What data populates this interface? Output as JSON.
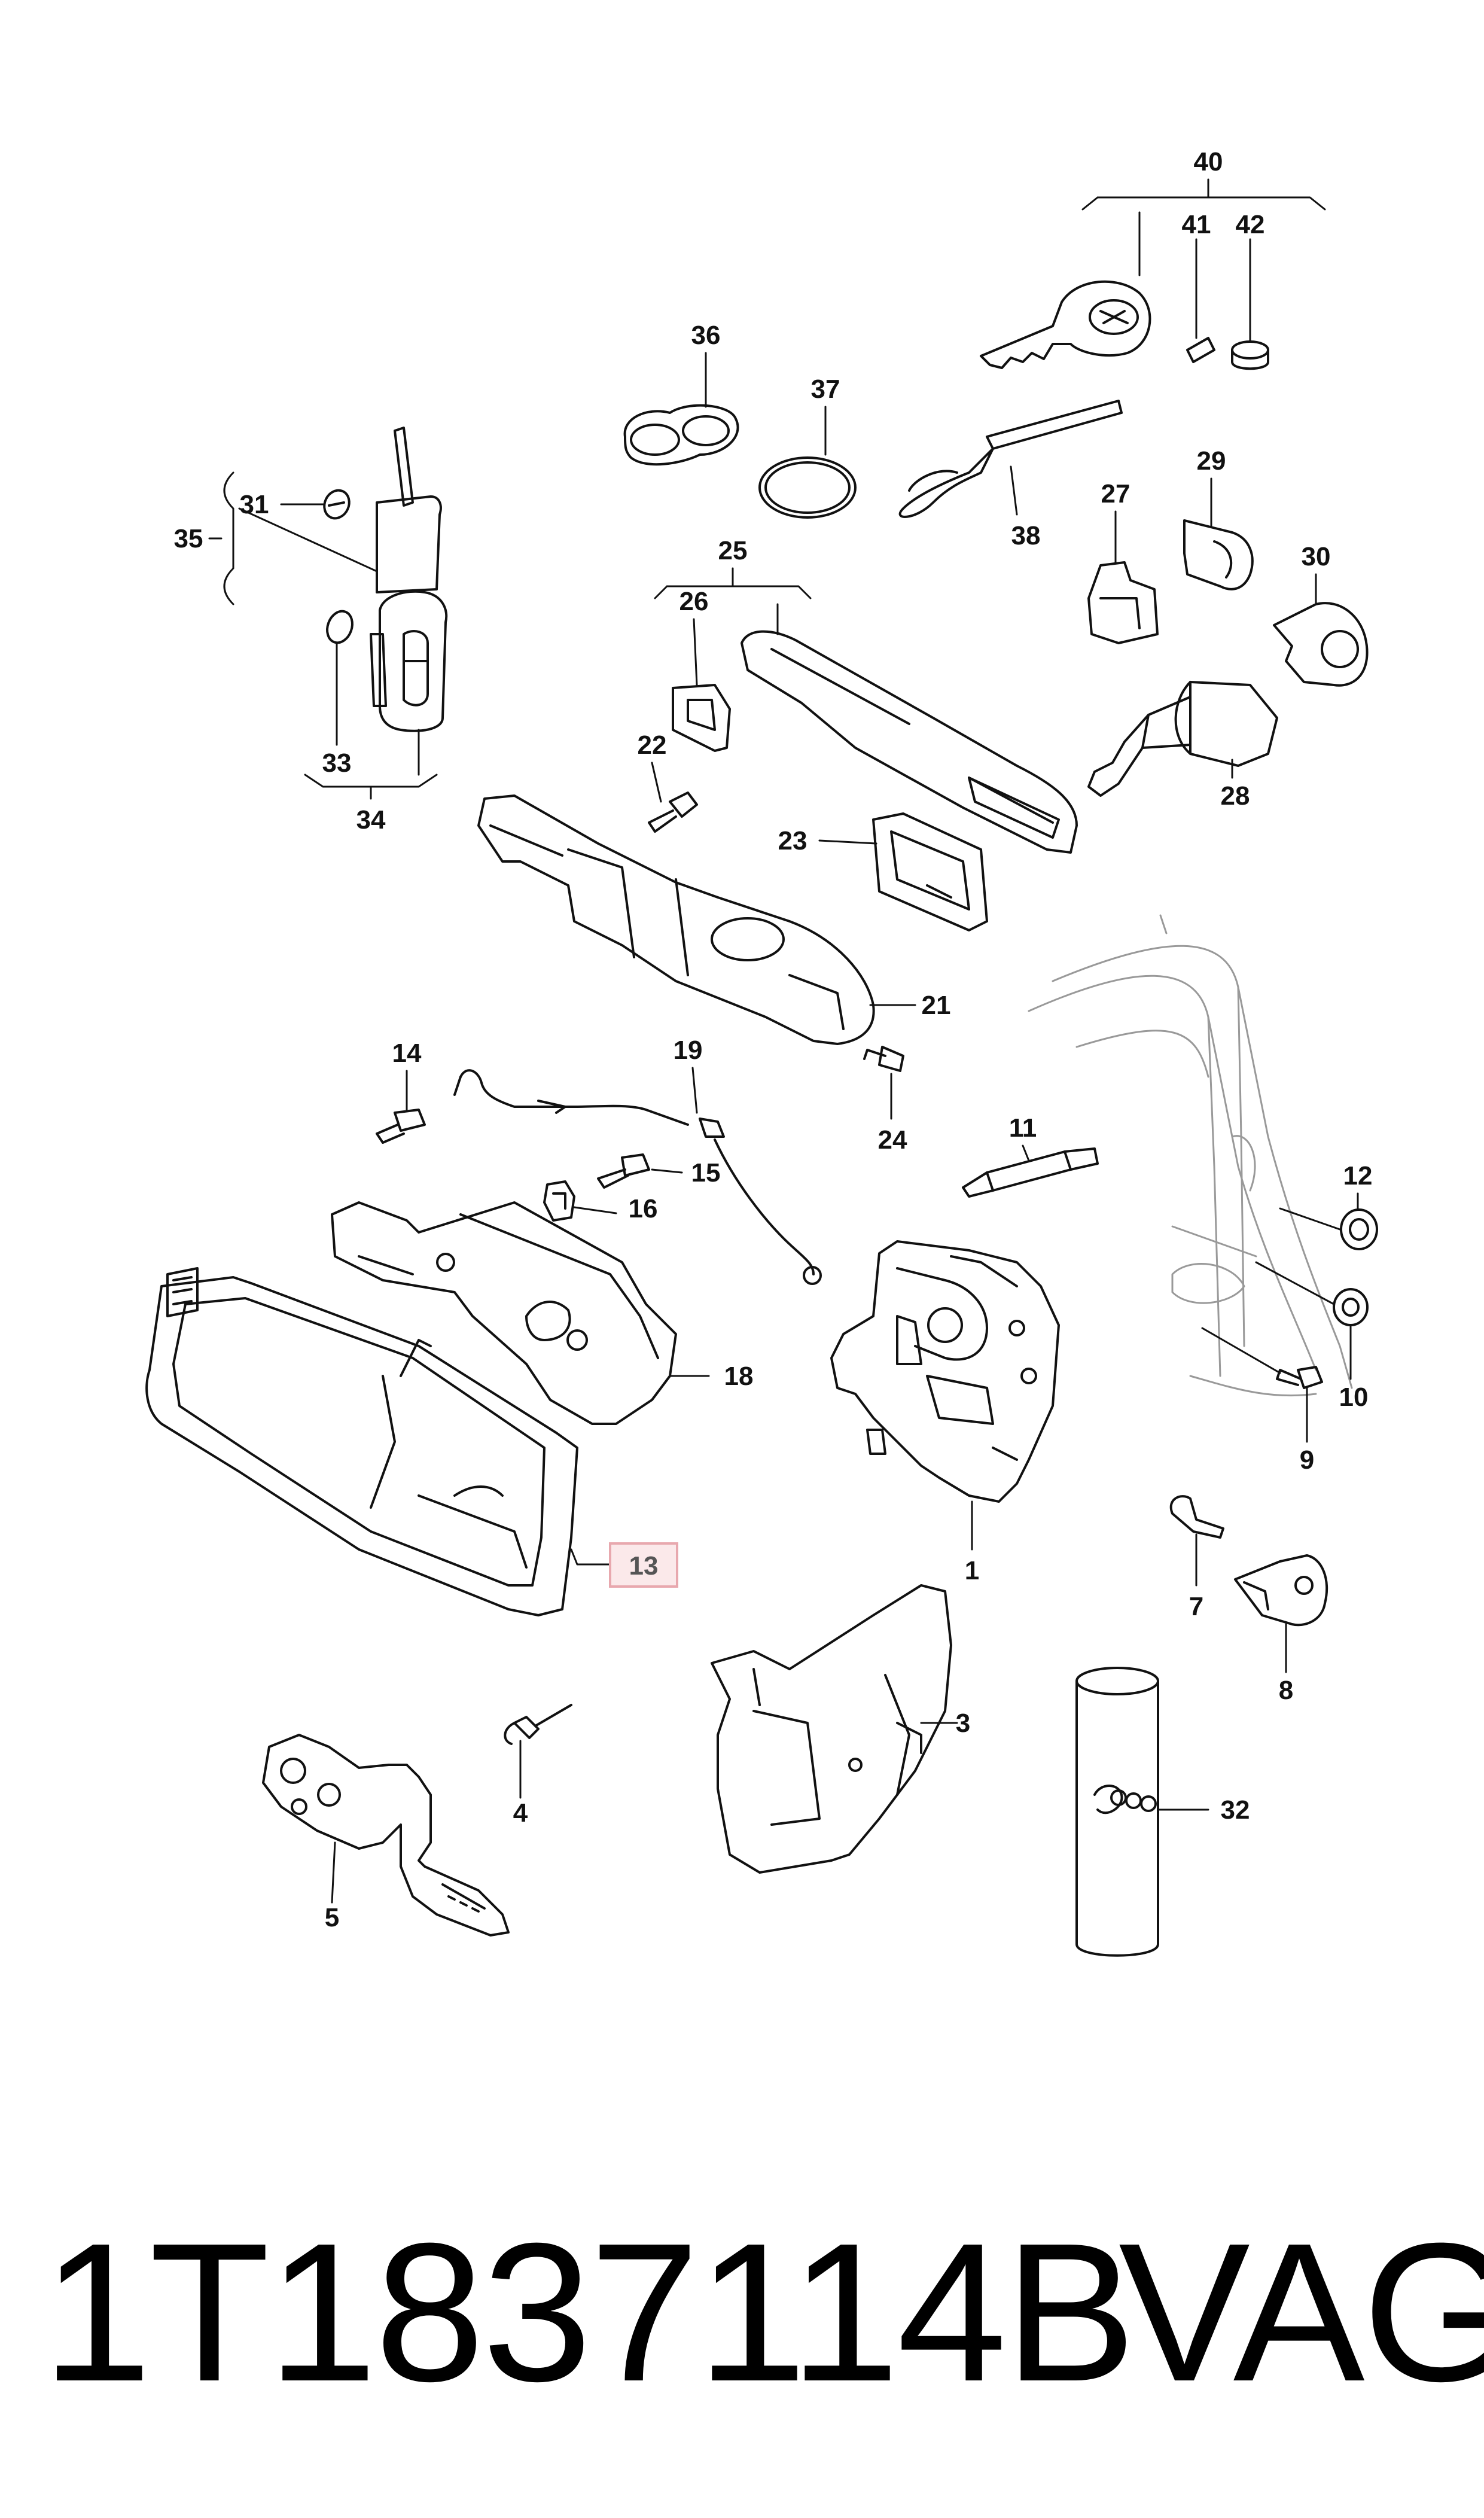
{
  "diagram": {
    "callouts": {
      "c1": "1",
      "c3": "3",
      "c4": "4",
      "c5": "5",
      "c7": "7",
      "c8": "8",
      "c9": "9",
      "c10": "10",
      "c11": "11",
      "c12": "12",
      "c13": "13",
      "c14": "14",
      "c15": "15",
      "c16": "16",
      "c18": "18",
      "c19": "19",
      "c21": "21",
      "c22": "22",
      "c23": "23",
      "c24": "24",
      "c25": "25",
      "c26": "26",
      "c27": "27",
      "c28": "28",
      "c29": "29",
      "c30": "30",
      "c31": "31",
      "c32": "32",
      "c33": "33",
      "c34": "34",
      "c35": "35",
      "c36": "36",
      "c37": "37",
      "c38": "38",
      "c40": "40",
      "c41": "41",
      "c42": "42"
    },
    "highlighted_callout": "13",
    "highlight_color": "#e8a8ae",
    "highlight_fill": "#fbe9ea"
  },
  "footer": {
    "part_number": "1T1837114B",
    "brand": "VAG"
  }
}
